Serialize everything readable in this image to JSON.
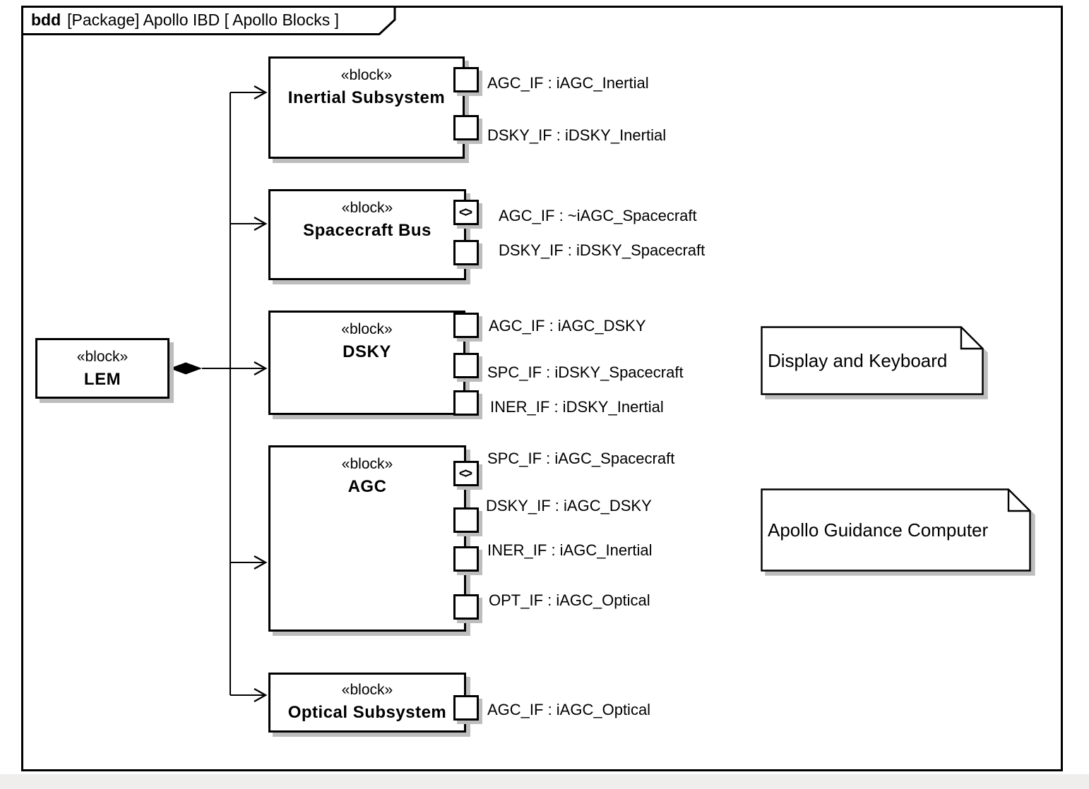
{
  "frame": {
    "title_keyword": "bdd",
    "title_text": "[Package] Apollo IBD [ Apollo Blocks ]"
  },
  "colors": {
    "stroke": "#000000",
    "fill": "#ffffff",
    "shadow": "#bdbdbd"
  },
  "lem_block": {
    "stereotype": "«block»",
    "name": "LEM"
  },
  "blocks": [
    {
      "stereotype": "«block»",
      "name": "Inertial Subsystem",
      "ports": [
        {
          "label": "AGC_IF : iAGC_Inertial"
        },
        {
          "label": "DSKY_IF : iDSKY_Inertial"
        }
      ]
    },
    {
      "stereotype": "«block»",
      "name": "Spacecraft Bus",
      "ports": [
        {
          "label": "AGC_IF : ~iAGC_Spacecraft",
          "icon": "<>"
        },
        {
          "label": "DSKY_IF : iDSKY_Spacecraft"
        }
      ]
    },
    {
      "stereotype": "«block»",
      "name": "DSKY",
      "ports": [
        {
          "label": "AGC_IF : iAGC_DSKY"
        },
        {
          "label": "SPC_IF : iDSKY_Spacecraft"
        },
        {
          "label": "INER_IF : iDSKY_Inertial"
        }
      ]
    },
    {
      "stereotype": "«block»",
      "name": "AGC",
      "ports": [
        {
          "label": "SPC_IF : iAGC_Spacecraft",
          "icon": "<>"
        },
        {
          "label": "DSKY_IF : iAGC_DSKY"
        },
        {
          "label": "INER_IF : iAGC_Inertial"
        },
        {
          "label": "OPT_IF : iAGC_Optical"
        }
      ]
    },
    {
      "stereotype": "«block»",
      "name": "Optical Subsystem",
      "ports": [
        {
          "label": "AGC_IF : iAGC_Optical"
        }
      ]
    }
  ],
  "notes": [
    {
      "text": "Display and Keyboard"
    },
    {
      "text": "Apollo Guidance Computer"
    }
  ]
}
